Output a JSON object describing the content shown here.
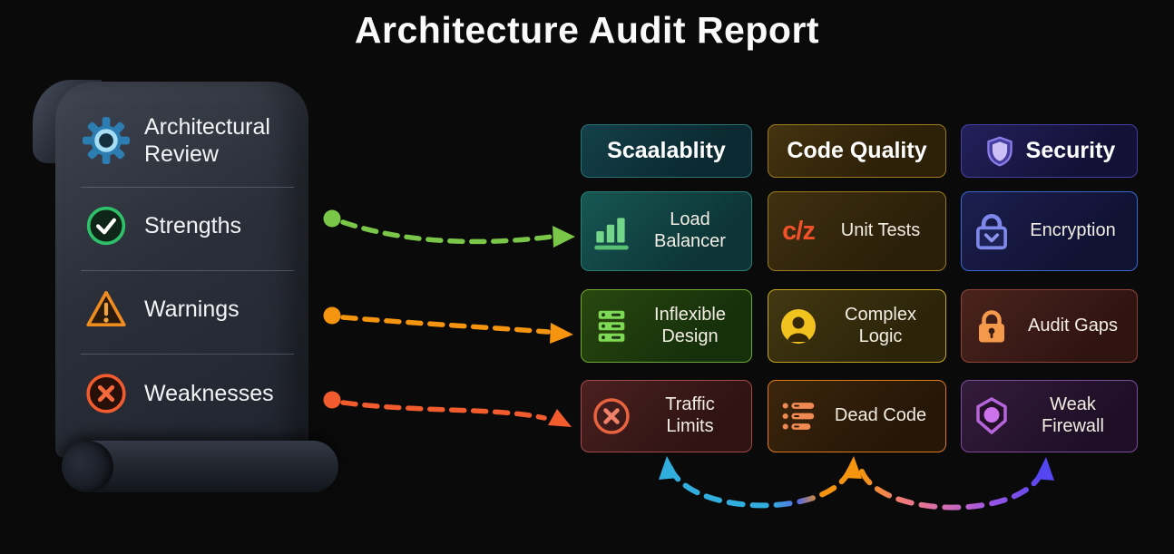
{
  "title": "Architecture Audit Report",
  "legend": {
    "items": [
      {
        "label": "Architectural Review",
        "icon": "gear-icon"
      },
      {
        "label": "Strengths",
        "icon": "check-circle-icon"
      },
      {
        "label": "Warnings",
        "icon": "warning-triangle-icon"
      },
      {
        "label": "Weaknesses",
        "icon": "x-circle-icon"
      }
    ]
  },
  "matrix": {
    "headers": [
      {
        "label": "Scaalablity"
      },
      {
        "label": "Code Quality"
      },
      {
        "label": "Security",
        "icon": "shield-icon"
      }
    ],
    "rows": [
      {
        "cells": [
          {
            "label": "Load Balancer",
            "icon": "bar-chart-icon"
          },
          {
            "label": "Unit Tests",
            "icon": "code-slash-icon",
            "icon_glyph": "c/z"
          },
          {
            "label": "Encryption",
            "icon": "lock-icon"
          }
        ]
      },
      {
        "cells": [
          {
            "label": "Inflexible Design",
            "icon": "server-stack-icon"
          },
          {
            "label": "Complex Logic",
            "icon": "user-circle-icon"
          },
          {
            "label": "Audit Gaps",
            "icon": "padlock-keyhole-icon"
          }
        ]
      },
      {
        "cells": [
          {
            "label": "Traffic Limits",
            "icon": "x-circle-icon"
          },
          {
            "label": "Dead Code",
            "icon": "list-icon"
          },
          {
            "label": "Weak Firewall",
            "icon": "hexagon-shield-icon"
          }
        ]
      }
    ]
  },
  "colors": {
    "background": "#0a0a0b",
    "strengths_arrow": "#79c648",
    "warnings_arrow": "#f5940f",
    "weaknesses_arrow": "#f15b2e",
    "bottom_left_arc_start": "#31aede",
    "bottom_left_arc_end": "#f5940f",
    "bottom_right_arc_start": "#f5940f",
    "bottom_right_arc_end": "#5446f0",
    "scalability_accent": "#2a7276",
    "code_quality_accent": "#9c7a1e",
    "security_accent": "#44419e"
  }
}
